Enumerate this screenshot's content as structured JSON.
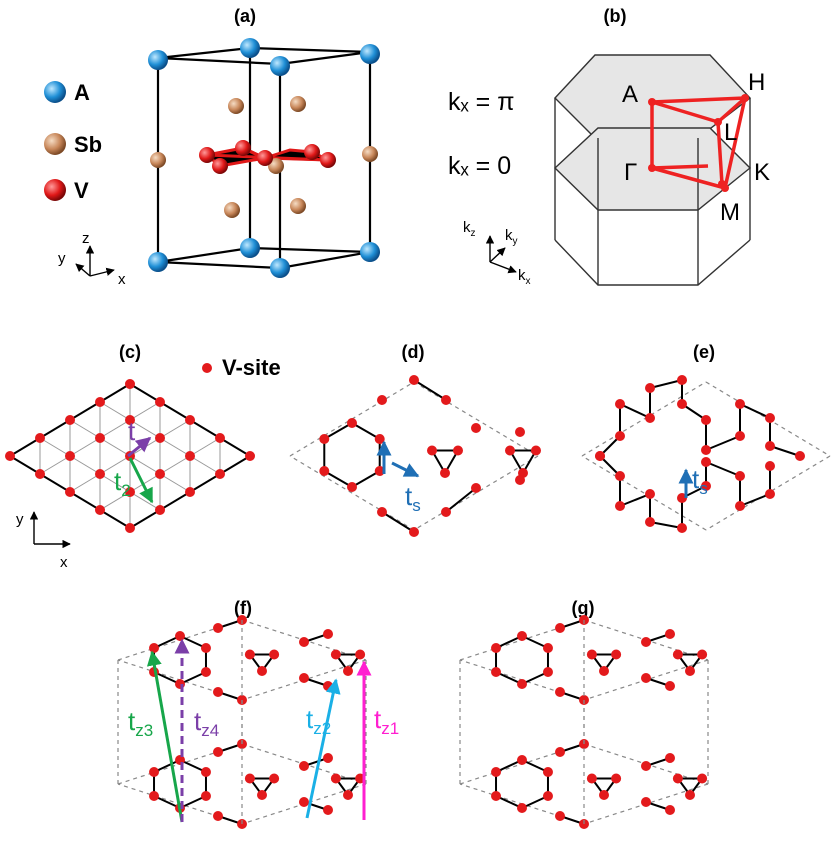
{
  "panels": {
    "a": "(a)",
    "b": "(b)",
    "c": "(c)",
    "d": "(d)",
    "e": "(e)",
    "f": "(f)",
    "g": "(g)"
  },
  "legend_a": [
    {
      "label": "A",
      "color": "#1f8fd6"
    },
    {
      "label": "Sb",
      "color": "#c8875a"
    },
    {
      "label": "V",
      "color": "#e01818"
    }
  ],
  "axes_a": {
    "z": "z",
    "y": "y",
    "x": "x"
  },
  "bz": {
    "kz_pi": "kₓ = π",
    "kz_0": "kₓ = 0",
    "points": {
      "A": "A",
      "H": "H",
      "L": "L",
      "Gamma": "Γ",
      "K": "K",
      "M": "M"
    },
    "axes": {
      "kz": "k",
      "kz_sub": "z",
      "ky": "k",
      "ky_sub": "y",
      "kx": "k",
      "kx_sub": "x"
    }
  },
  "vsite_label": "V-site",
  "axes_c": {
    "y": "y",
    "x": "x"
  },
  "hoppings": {
    "t": "t",
    "t2": "t",
    "t2_sub": "2",
    "ts_d": "t",
    "ts_d_sub": "s",
    "ts_e": "t",
    "ts_e_sub": "s",
    "tz3": "t",
    "tz3_sub": "z3",
    "tz4": "t",
    "tz4_sub": "z4",
    "tz2": "t",
    "tz2_sub": "z2",
    "tz1": "t",
    "tz1_sub": "z1"
  },
  "colors": {
    "site": "#e31a1c",
    "bond": "#000000",
    "dash": "#888888",
    "purple": "#7b3fa8",
    "green": "#17a64a",
    "blue": "#1f6fb5",
    "cyan": "#1ab0e6",
    "magenta": "#ff1fd0",
    "bz_red": "#ee2222"
  }
}
